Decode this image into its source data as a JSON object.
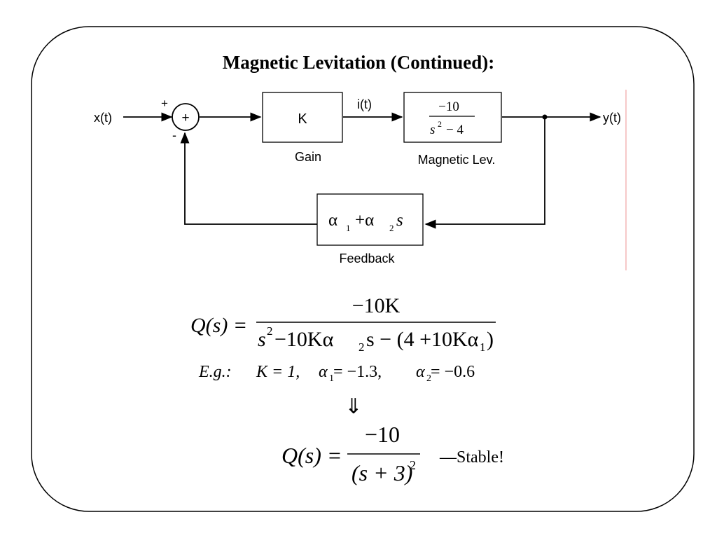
{
  "slide": {
    "title": "Magnetic Levitation (Continued):"
  },
  "diagram": {
    "input_label": "x(t)",
    "output_label": "y(t)",
    "plus_sign": "+",
    "minus_sign": "-",
    "summer_symbol": "+",
    "gain_block_text": "K",
    "gain_caption": "Gain",
    "signal_label": "i(t)",
    "plant_numerator": "−10",
    "plant_denominator_base": "s",
    "plant_denominator_exp": "2",
    "plant_denominator_rest": "− 4",
    "plant_caption": "Magnetic Lev.",
    "feedback_alpha": "α",
    "feedback_sub1": "1",
    "feedback_plus": "+α",
    "feedback_sub2": "2",
    "feedback_s": "s",
    "feedback_caption": "Feedback"
  },
  "equations": {
    "q_lhs": "Q(s) =",
    "q_numerator": "−10K",
    "q_den_s": "s",
    "q_den_exp": "2",
    "q_den_mid": " −10Kα",
    "q_den_sub2": "2",
    "q_den_s2": "s − (4 +10Kα",
    "q_den_sub1": "1",
    "q_den_close": ")",
    "eg_label": "E.g.:",
    "eg_k": "K = 1,",
    "eg_a1_sym": "α",
    "eg_a1_sub": "1",
    "eg_a1_val": " = −1.3,",
    "eg_a2_sym": "α",
    "eg_a2_sub": "2",
    "eg_a2_val": " = −0.6",
    "arrow": "⇓",
    "result_lhs": "Q(s) =",
    "result_numerator": "−10",
    "result_den": "(s + 3)",
    "result_den_exp": "2",
    "result_note": "—Stable!"
  }
}
